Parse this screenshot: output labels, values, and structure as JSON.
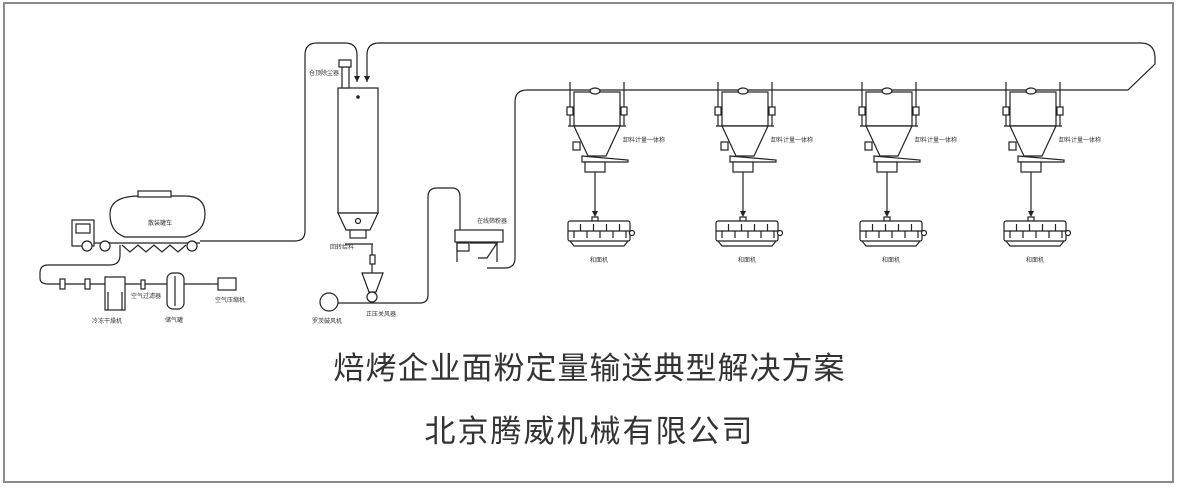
{
  "diagram": {
    "title": "焙烤企业面粉定量输送典型解决方案",
    "company": "北京腾威机械有限公司",
    "labels": {
      "bulk_tanker": "散装罐车",
      "freeze_dryer": "冷冻干燥机",
      "air_filter": "空气过滤器",
      "air_tank": "储气罐",
      "air_compressor": "空气压缩机",
      "silo_dust_collector": "仓顶除尘器",
      "rotary_feeder": "回转给料",
      "roots_blower": "罗茨鼓风机",
      "rotary_valve": "正压关风器",
      "online_sifter": "在线筛粉器",
      "weigh_unit": "卸料计量一体称",
      "mixer": "和面机"
    },
    "stations": [
      {
        "weigh_label": "卸料计量一体称",
        "mixer_label": "和面机"
      },
      {
        "weigh_label": "卸料计量一体称",
        "mixer_label": "和面机"
      },
      {
        "weigh_label": "卸料计量一体称",
        "mixer_label": "和面机"
      },
      {
        "weigh_label": "卸料计量一体称",
        "mixer_label": "和面机"
      }
    ]
  }
}
